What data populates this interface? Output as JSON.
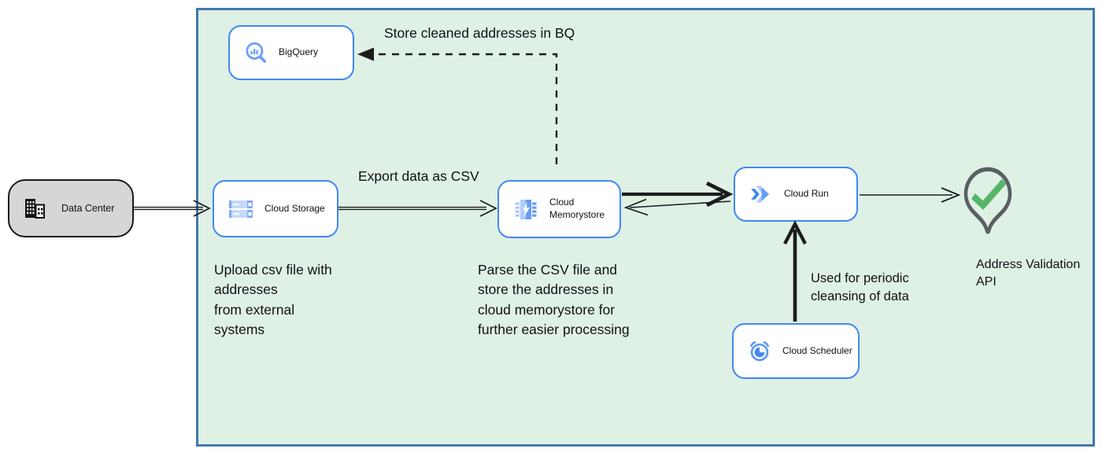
{
  "diagram": {
    "kind": "cloud-architecture-flow",
    "boundary": "Google Cloud environment (green container)"
  },
  "nodes": {
    "data_center": {
      "label": "Data Center"
    },
    "bigquery": {
      "label": "BigQuery"
    },
    "cloud_storage": {
      "label": "Cloud Storage"
    },
    "cloud_memorystore": {
      "label": "Cloud\nMemorystore"
    },
    "cloud_run": {
      "label": "Cloud Run"
    },
    "cloud_scheduler": {
      "label": "Cloud Scheduler"
    },
    "address_validation": {
      "label": "Address Validation\nAPI"
    }
  },
  "annotations": {
    "store_bq": "Store cleaned addresses in BQ",
    "export_csv": "Export data as CSV",
    "upload_csv": "Upload csv file with\naddresses\nfrom external\nsystems",
    "parse_csv": "Parse the CSV file and\nstore the addresses in\ncloud  memorystore for\nfurther easier processing",
    "periodic": "Used for periodic\ncleansing of data"
  },
  "icons": {
    "data_center": "building-icon",
    "bigquery": "magnifier-barchart-icon",
    "cloud_storage": "storage-bars-icon",
    "cloud_memorystore": "memory-chip-bolt-icon",
    "cloud_run": "run-chevrons-icon",
    "cloud_scheduler": "alarm-clock-icon",
    "address_validation": "map-pin-check-icon"
  },
  "colors": {
    "container_fill": "#dff0e5",
    "container_border": "#4079ad",
    "gcp_node_border": "#4187f5",
    "plain_node_fill": "#d6d6d6",
    "icon_blue_light": "#aecbfa",
    "icon_blue_medium": "#669df6",
    "icon_blue_dark": "#4285f4",
    "pin_gray": "#5a5f63",
    "check_green": "#56b566",
    "edge_black": "#1c1c1c"
  }
}
